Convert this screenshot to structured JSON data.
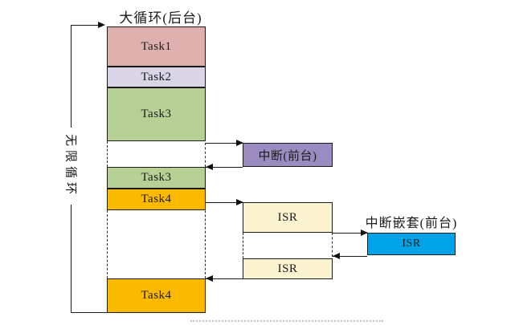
{
  "figure": {
    "title": "大循环(后台)",
    "loop_label": "无限循环",
    "nested_interrupt_title": "中断嵌套(前台)"
  },
  "blocks": {
    "task1": {
      "label": "Task1",
      "color": "#dfb1ae"
    },
    "task2": {
      "label": "Task2",
      "color": "#dbd5e8"
    },
    "task3a": {
      "label": "Task3",
      "color": "#b6d096"
    },
    "task3b": {
      "label": "Task3",
      "color": "#b6d096"
    },
    "task4a": {
      "label": "Task4",
      "color": "#fbb900"
    },
    "task4b": {
      "label": "Task4",
      "color": "#fbb900"
    },
    "interrupt": {
      "label": "中断(前台)",
      "color": "#9a8cc0"
    },
    "isr1": {
      "label": "ISR",
      "color": "#fbf2d0"
    },
    "isr2": {
      "label": "ISR",
      "color": "#fbf2d0"
    },
    "isr_nested": {
      "label": "ISR",
      "color": "#00a2e8"
    }
  },
  "colors": {
    "line": "#1a1a1a",
    "background": "#ffffff"
  }
}
